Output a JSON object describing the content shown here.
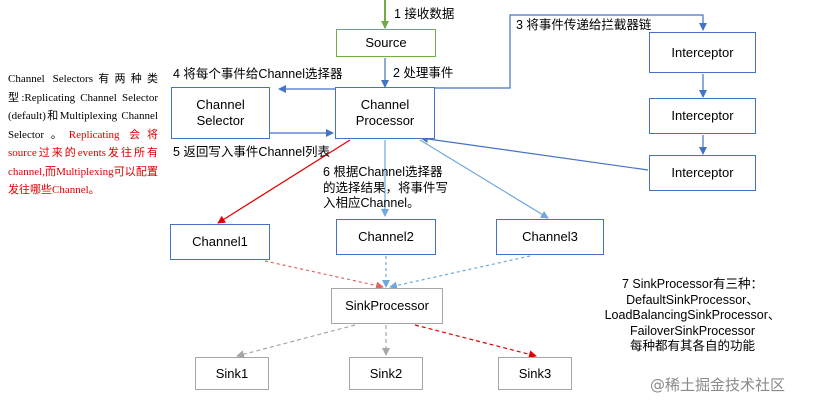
{
  "nodes": {
    "source": "Source",
    "channel_selector": "Channel\nSelector",
    "channel_processor": "Channel\nProcessor",
    "interceptor1": "Interceptor",
    "interceptor2": "Interceptor",
    "interceptor3": "Interceptor",
    "channel1": "Channel1",
    "channel2": "Channel2",
    "channel3": "Channel3",
    "sink_processor": "SinkProcessor",
    "sink1": "Sink1",
    "sink2": "Sink2",
    "sink3": "Sink3"
  },
  "steps": {
    "step1": "1 接收数据",
    "step2": "2 处理事件",
    "step3": "3 将事件传递给拦截器链",
    "step4": "4 将每个事件给Channel选择器",
    "step5": "5 返回写入事件Channel列表",
    "step6": "6 根据Channel选择器的选择结果，将事件写入相应Channel。",
    "step7_title": "7 SinkProcessor有三种：",
    "step7_item1": "DefaultSinkProcessor、",
    "step7_item2": "LoadBalancingSinkProcessor、",
    "step7_item3": "FailoverSinkProcessor",
    "step7_footer": "每种都有其各自的功能"
  },
  "note": {
    "part1": "Channel Selectors有两种类型:Replicating Channel Selector (default)和Multiplexing Channel Selector。",
    "part2": "Replicating 会将source过来的events发往所有channel,而Multiplexing可以配置发往哪些Channel。"
  },
  "watermark": "稀土掘金技术社区",
  "colors": {
    "blue": "#4472c4",
    "green": "#70ad47",
    "gray": "#a6a6a6",
    "red": "#e00000",
    "dashed_red": "#e06666",
    "dashed_blue": "#6fa8dc"
  }
}
